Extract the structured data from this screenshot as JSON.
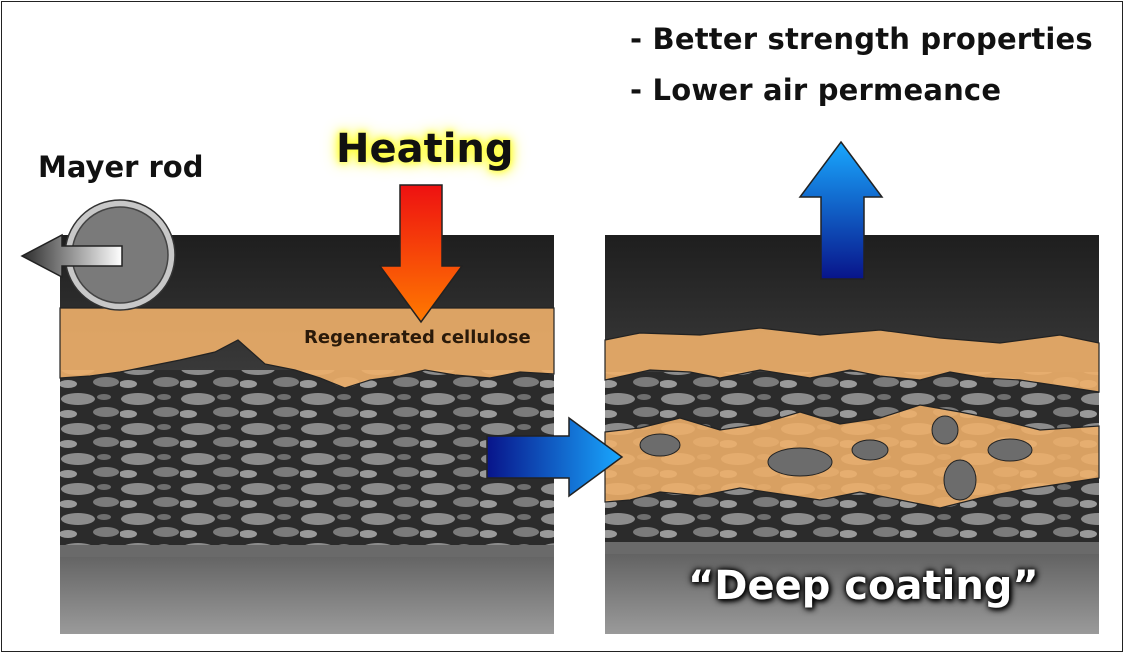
{
  "benefits": [
    "- Better strength properties",
    "- Lower air permeance"
  ],
  "labels": {
    "mayer_rod": "Mayer rod",
    "heating": "Heating",
    "regenerated_cellulose": "Regenerated cellulose",
    "deep_coating": "“Deep coating”"
  },
  "colors": {
    "coating": "#f0b06a",
    "fiber": "#8a8a8a",
    "background": "#3c3c3c",
    "arrow_blue_light": "#19a8ff",
    "arrow_blue_dark": "#08148a",
    "arrow_heat_top": "#ee1111",
    "arrow_heat_bottom": "#ff7a00",
    "glow": "#ffff3a"
  },
  "icons": {
    "mayer_rod": "rod-circle-icon",
    "left_arrow": "arrow-left-icon",
    "heating_arrow": "arrow-down-icon",
    "process_arrow": "arrow-right-icon",
    "result_arrow": "arrow-up-icon"
  }
}
